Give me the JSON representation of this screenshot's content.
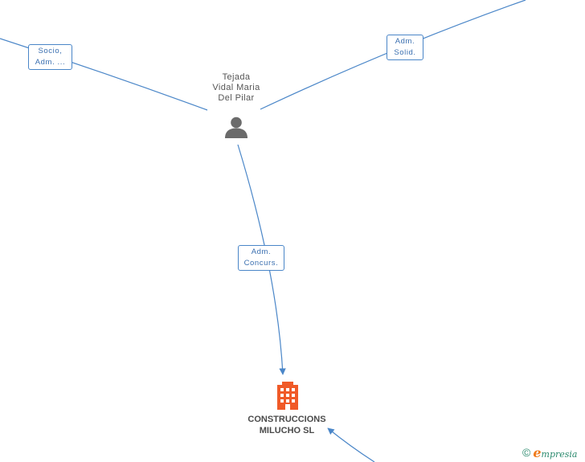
{
  "person": {
    "name_lines": [
      "Tejada",
      "Vidal Maria",
      "Del Pilar"
    ],
    "icon": "person-icon"
  },
  "company": {
    "name_lines": [
      "CONSTRUCCIONS",
      "MILUCHO SL"
    ],
    "icon": "building-icon",
    "color": "#f05a28"
  },
  "edges": {
    "left": {
      "label_lines": [
        "Socio,",
        "Adm. ..."
      ]
    },
    "right": {
      "label_lines": [
        "Adm.",
        "Solid."
      ]
    },
    "down": {
      "label_lines": [
        "Adm.",
        "Concurs."
      ]
    }
  },
  "colors": {
    "edge": "#4a86c8",
    "label_text": "#3a6fb0",
    "person_icon": "#6b6b6b",
    "brand_green": "#2b8a6e",
    "brand_orange": "#f07a1a"
  },
  "brand": {
    "copyright_symbol": "©",
    "logo_first_letter": "e",
    "logo_rest": "mpresia"
  }
}
